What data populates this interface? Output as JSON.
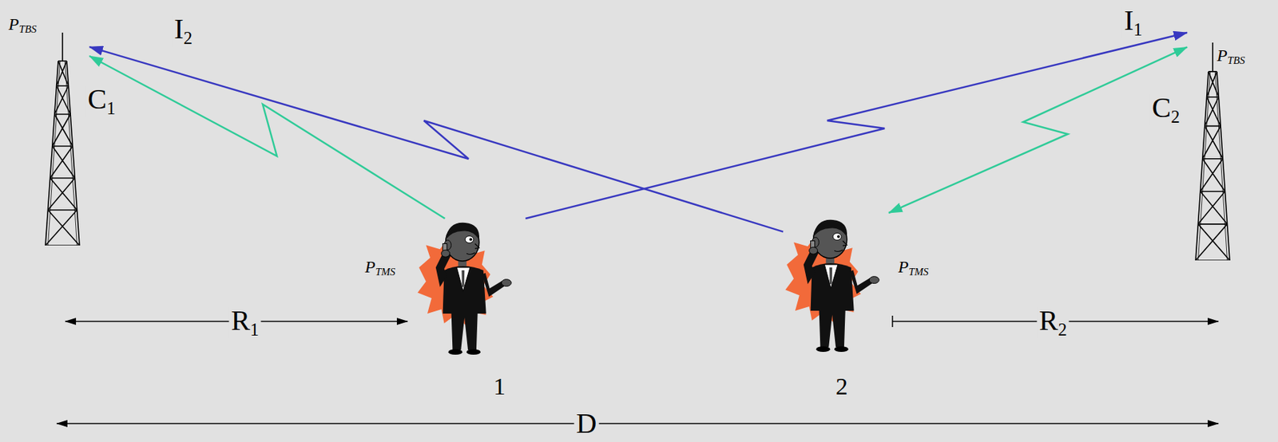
{
  "diagram": {
    "nodes": [
      {
        "text": [
          "PTBS"
        ]
      },
      {
        "text": [
          "PTMS",
          "1"
        ]
      },
      {
        "text": [
          "PTMS",
          "2"
        ]
      },
      {
        "text": [
          "PTBS"
        ]
      }
    ],
    "edges": [
      {
        "from": 1,
        "to": 0,
        "arrow": "to",
        "label": "C1"
      },
      {
        "from": 2,
        "to": 0,
        "arrow": "to",
        "label": "I2"
      },
      {
        "from": 1,
        "to": 3,
        "arrow": "to",
        "label": "I1"
      },
      {
        "from": 3,
        "to": 2,
        "arrow": "both",
        "label": "C2"
      }
    ],
    "labels": [
      "R1",
      "R2",
      "D"
    ]
  }
}
